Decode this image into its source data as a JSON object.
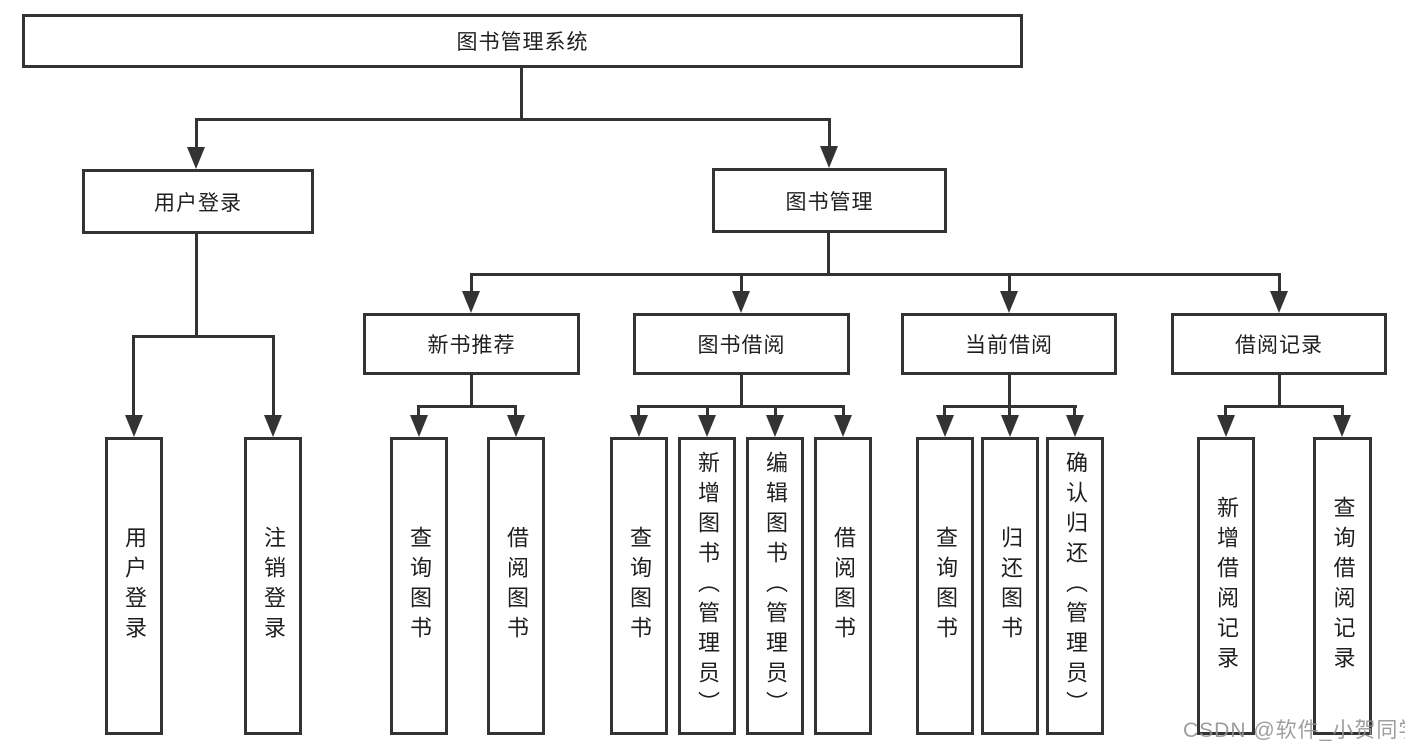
{
  "diagram": {
    "title": "图书管理系统",
    "nodes": {
      "root": "图书管理系统",
      "user_login": "用户登录",
      "book_mgmt": "图书管理",
      "new_book_rec": "新书推荐",
      "book_borrow": "图书借阅",
      "current_borrow": "当前借阅",
      "borrow_record": "借阅记录",
      "leaf_user_login": "用户登录",
      "leaf_logout": "注销登录",
      "leaf_rec_query_book": "查询图书",
      "leaf_rec_borrow_book": "借阅图书",
      "leaf_bb_query_book": "查询图书",
      "leaf_bb_add_book": "新增图书（管理员）",
      "leaf_bb_edit_book": "编辑图书（管理员）",
      "leaf_bb_borrow_book": "借阅图书",
      "leaf_cb_query_book": "查询图书",
      "leaf_cb_return_book": "归还图书",
      "leaf_cb_confirm_return": "确认归还（管理员）",
      "leaf_br_add_record": "新增借阅记录",
      "leaf_br_query_record": "查询借阅记录"
    },
    "colors": {
      "line": "#333333",
      "text": "#1f1f1f",
      "watermark": "#949494",
      "background": "#ffffff"
    }
  },
  "watermark": "CSDN @软件_小贺同学"
}
